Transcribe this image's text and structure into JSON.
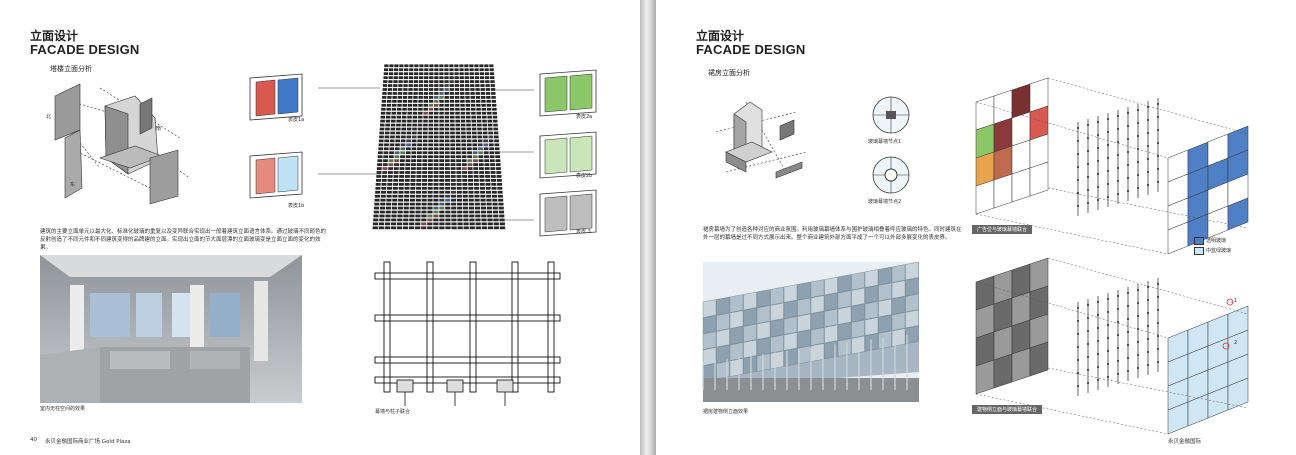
{
  "left": {
    "title_zh": "立面设计",
    "title_en": "FACADE DESIGN",
    "section_label": "塔楼立面分析",
    "iso_marks": [
      "北",
      "南",
      "东"
    ],
    "legend_options": [
      "表皮1a",
      "表皮1b",
      "表皮2a",
      "表皮2b",
      "表皮 3"
    ],
    "paragraph": "建筑的主要立面单元以最大化、标准化玻璃的重复以及变异联合实现出一般着建筑立面语言体系。通过玻璃不同颜色的反射创造了不同元件和不同建筑变得的品牌建的立面。实现出立面的节大面层漂的立面玻璃变是立面立面的变化的效果。",
    "photo_caption": "室内无柱空间的效果",
    "plan_caption": "幕墙与柱子联合",
    "page_number": "40",
    "footer": "永贝金融国际商业广场 Gold Plaza"
  },
  "right": {
    "title_zh": "立面设计",
    "title_en": "FACADE DESIGN",
    "section_label": "裙房立面分析",
    "node_labels": [
      "玻璃幕墙节点1",
      "玻璃幕墙节点2"
    ],
    "paragraph": "裙房幕墙为了创造各种对应的商业氛围。利用玻璃幕墙体系与围护玻璃相叠着呼应玻璃的特色。同时建筑在外一层的幕墙是过不同方式展示出来。整个商业建筑外部方面平成了一个可以外部多展变化的表皮界。",
    "photo_caption": "裙房建物侧立面效果",
    "diagram_caption_top": "广告位与玻璃幕墙联合",
    "diagram_caption_bottom": "建物侧立面与玻璃幕墙联合",
    "legend": [
      "透明玻璃",
      "中蓝绿玻璃"
    ],
    "callouts": [
      "1",
      "2"
    ],
    "footer": "永贝金融国际"
  },
  "colors": {
    "red": "#d9584f",
    "blue": "#3f79c8",
    "salmon": "#e48a7f",
    "pale_blue": "#bfe3f5",
    "green": "#8cc86a",
    "pale_green": "#c8e6b8",
    "grey": "#bdbdbd",
    "orange": "#e8a44a",
    "facade_blue": "#4f7fc4",
    "light_blue": "#cfe6f5"
  }
}
